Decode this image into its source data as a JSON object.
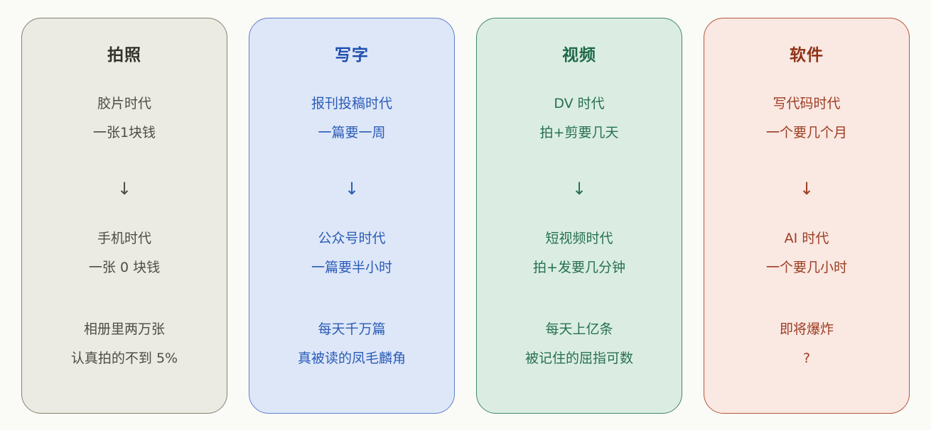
{
  "page": {
    "background": "#FAFAF6"
  },
  "cards": [
    {
      "id": "photography",
      "title": "拍照",
      "theme": {
        "background": "#ECEBE3",
        "border": "#84826F",
        "title": "#33332B",
        "text": "#4D4D44"
      },
      "stage1": {
        "line1": "胶片时代",
        "line2": "一张1块钱"
      },
      "arrow": "↓",
      "stage2": {
        "line1": "手机时代",
        "line2": "一张 0 块钱"
      },
      "stage3": {
        "line1": "相册里两万张",
        "line2": "认真拍的不到 5%"
      }
    },
    {
      "id": "writing",
      "title": "写字",
      "theme": {
        "background": "#DEE7F8",
        "border": "#5E82C8",
        "title": "#1E4FAE",
        "text": "#2A5CB8"
      },
      "stage1": {
        "line1": "报刊投稿时代",
        "line2": "一篇要一周"
      },
      "arrow": "↓",
      "stage2": {
        "line1": "公众号时代",
        "line2": "一篇要半小时"
      },
      "stage3": {
        "line1": "每天千万篇",
        "line2": "真被读的凤毛麟角"
      }
    },
    {
      "id": "video",
      "title": "视频",
      "theme": {
        "background": "#DBEDE3",
        "border": "#3F8A66",
        "title": "#1F6947",
        "text": "#27704E"
      },
      "stage1": {
        "line1": "DV 时代",
        "line2": "拍+剪要几天"
      },
      "arrow": "↓",
      "stage2": {
        "line1": "短视频时代",
        "line2": "拍+发要几分钟"
      },
      "stage3": {
        "line1": "每天上亿条",
        "line2": "被记住的屈指可数"
      }
    },
    {
      "id": "software",
      "title": "软件",
      "theme": {
        "background": "#FAE8E2",
        "border": "#B4593C",
        "title": "#8F3317",
        "text": "#9C3D22"
      },
      "stage1": {
        "line1": "写代码时代",
        "line2": "一个要几个月"
      },
      "arrow": "↓",
      "stage2": {
        "line1": "AI 时代",
        "line2": "一个要几小时"
      },
      "stage3": {
        "line1": "即将爆炸",
        "line2": "?"
      }
    }
  ]
}
